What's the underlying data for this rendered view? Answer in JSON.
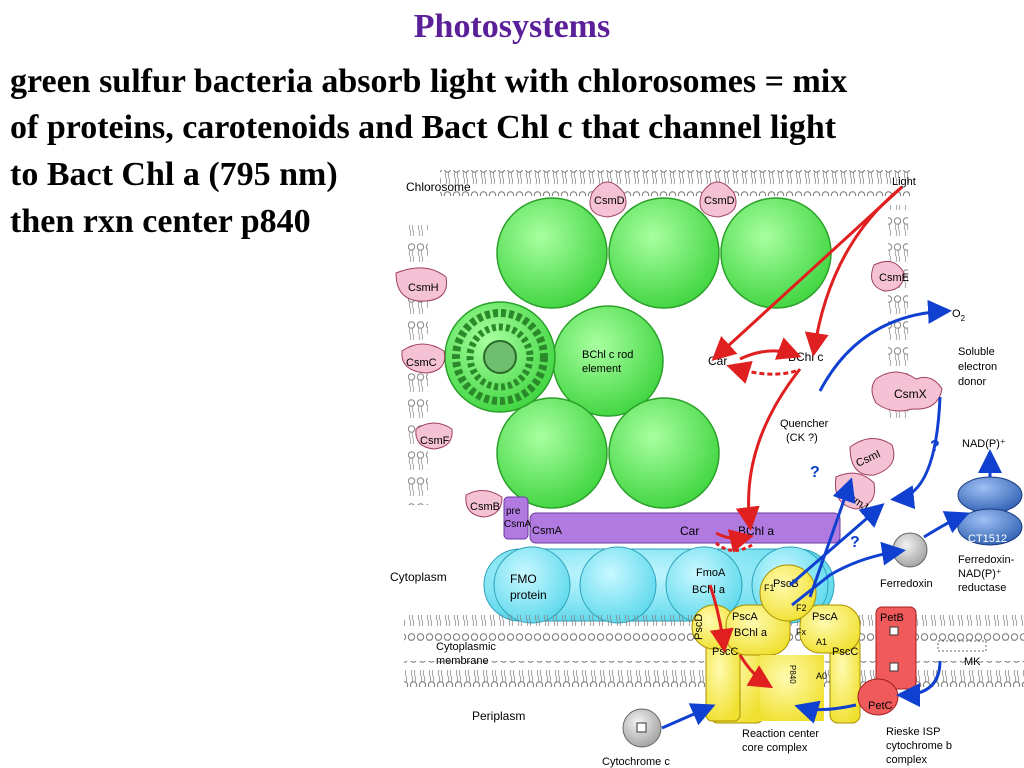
{
  "title": "Photosystems",
  "text_lines": [
    "green sulfur bacteria absorb light with chlorosomes = mix",
    "of proteins, carotenoids and Bact Chl c that channel light",
    "to Bact Chl a (795 nm)",
    "then rxn center p840"
  ],
  "diagram": {
    "labels": {
      "chlorosome": "Chlorosome",
      "light": "Light",
      "o2": "O",
      "o2_sub": "2",
      "soluble_donor_1": "Soluble",
      "soluble_donor_2": "electron",
      "soluble_donor_3": "donor",
      "bchl_rod_1": "BChl c rod",
      "bchl_rod_2": "element",
      "car_top": "Car",
      "bchl_c": "BChl c",
      "quencher_1": "Quencher",
      "quencher_2": "(CK ?)",
      "nadp": "NAD(P)⁺",
      "car_bottom": "Car",
      "bchl_a_bottom": "BChl a",
      "ct1512": "CT1512",
      "ferredoxin_reductase_1": "Ferredoxin-",
      "ferredoxin_reductase_2": "NAD(P)⁺",
      "ferredoxin_reductase_3": "reductase",
      "cytoplasm": "Cytoplasm",
      "fmo_1": "FMO",
      "fmo_2": "protein",
      "fmoa": "FmoA",
      "bchl_a_fmo": "BChl a",
      "ferredoxin": "Ferredoxin",
      "cytoplasmic_membrane_1": "Cytoplasmic",
      "cytoplasmic_membrane_2": "membrane",
      "mk": "MK",
      "periplasm": "Periplasm",
      "cytochrome_c": "Cytochrome c",
      "rc_core_1": "Reaction center",
      "rc_core_2": "core complex",
      "rieske_1": "Rieske ISP",
      "rieske_2": "cytochrome b",
      "rieske_3": "complex",
      "question": "?"
    },
    "proteins": {
      "csmd1": "CsmD",
      "csmd2": "CsmD",
      "csme": "CsmE",
      "csmh": "CsmH",
      "csmc": "CsmC",
      "csmf": "CsmF",
      "csmb": "CsmB",
      "csma": "CsmA",
      "pre_csma_1": "pre",
      "pre_csma_2": "CsmA",
      "csmx": "CsmX",
      "csmi": "CsmI",
      "csmj": "CsmJ",
      "pscb": "PscB",
      "psca1": "PscA",
      "psca2": "PscA",
      "pscd": "PscD",
      "pscc1": "PscC",
      "pscc2": "PscC",
      "petb": "PetB",
      "petc": "PetC"
    },
    "cofactors": {
      "f1": "F1",
      "f2": "F2",
      "fx": "Fx",
      "a1": "A1",
      "a0": "A0",
      "p840": "P840",
      "bchl_a_rc": "BChl a"
    }
  },
  "colors": {
    "title": "#5b1f9a",
    "rod_green": "#5fe85f",
    "fmo_cyan": "#7de4f2",
    "baseplate_purple": "#b07ae0",
    "psc_yellow": "#f8ee4a",
    "petb_red": "#f05a5a",
    "csm_pink": "#f4c2d4",
    "arrow_red": "#e02020",
    "arrow_blue": "#1040d0",
    "ct1512_blue": "#4a78c8"
  }
}
